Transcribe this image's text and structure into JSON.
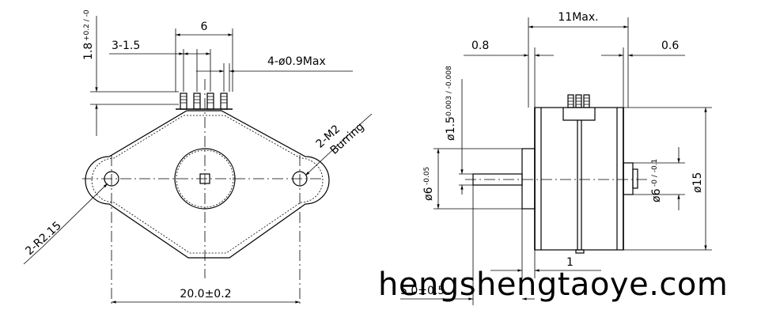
{
  "front_view": {
    "dim_6": "6",
    "dim_pitch": "3-1.5",
    "dim_pins": "4-ø0.9Max",
    "dim_height": "1.8",
    "dim_height_tol": "+0.2 / -0",
    "dim_mount_holes": "2-M2",
    "dim_burring": "Burring",
    "dim_radius": "2-R2.15",
    "dim_hole_spacing": "20.0±0.2"
  },
  "side_view": {
    "dim_length": "11Max.",
    "dim_left_flange": "0.8",
    "dim_right_flange": "0.6",
    "dim_shaft_dia": "ø1.5",
    "dim_shaft_dia_tol": "-0.003 / -0.008",
    "dim_boss_dia": "ø6",
    "dim_boss_dia_tol": "-0.05",
    "dim_rear_boss": "ø6",
    "dim_rear_boss_tol": "-0 / -0.1",
    "dim_body_dia": "ø15",
    "dim_gap": "1",
    "dim_shaft_length": "5.0±0.5"
  },
  "watermark": "hengshengtaoye.com"
}
